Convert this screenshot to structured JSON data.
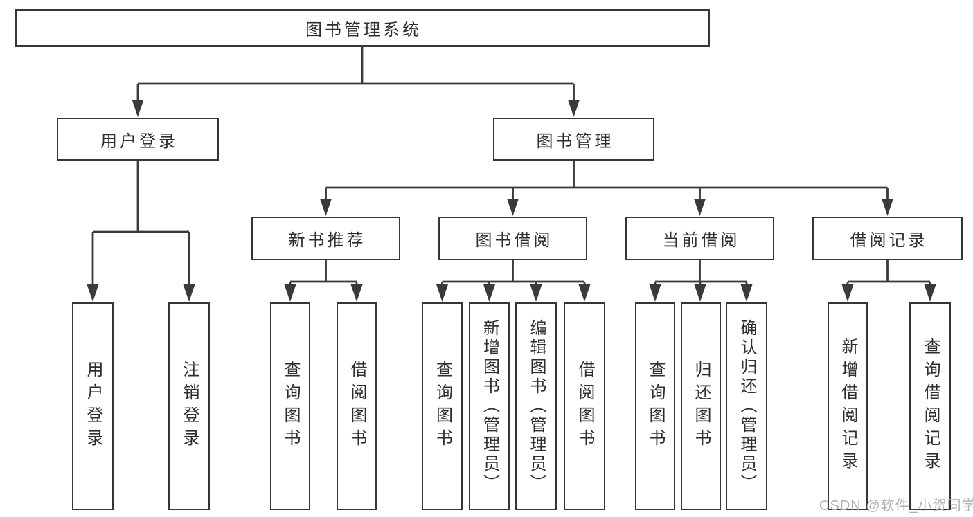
{
  "diagram": {
    "root": {
      "label": "图书管理系统"
    },
    "level2": [
      {
        "id": "user-login",
        "label": "用户登录"
      },
      {
        "id": "book-management",
        "label": "图书管理"
      }
    ],
    "level3": [
      {
        "id": "new-book-recommend",
        "label": "新书推荐",
        "parent": "图书管理"
      },
      {
        "id": "book-borrow",
        "label": "图书借阅",
        "parent": "图书管理"
      },
      {
        "id": "current-borrow",
        "label": "当前借阅",
        "parent": "图书管理"
      },
      {
        "id": "borrow-records",
        "label": "借阅记录",
        "parent": "图书管理"
      }
    ],
    "leaves": [
      {
        "label": "用户登录",
        "parent": "用户登录"
      },
      {
        "label": "注销登录",
        "parent": "用户登录"
      },
      {
        "label": "查询图书",
        "parent": "新书推荐"
      },
      {
        "label": "借阅图书",
        "parent": "新书推荐"
      },
      {
        "label": "查询图书",
        "parent": "图书借阅"
      },
      {
        "label": "新增图书（管理员）",
        "parent": "图书借阅"
      },
      {
        "label": "编辑图书（管理员）",
        "parent": "图书借阅"
      },
      {
        "label": "借阅图书",
        "parent": "图书借阅"
      },
      {
        "label": "查询图书",
        "parent": "当前借阅"
      },
      {
        "label": "归还图书",
        "parent": "当前借阅"
      },
      {
        "label": "确认归还（管理员）",
        "parent": "当前借阅"
      },
      {
        "label": "新增借阅记录",
        "parent": "借阅记录"
      },
      {
        "label": "查询借阅记录",
        "parent": "借阅记录"
      }
    ],
    "watermark": "CSDN @软件_小贺同学",
    "colors": {
      "line": "#3a3a3a",
      "box_border": "#363636",
      "text": "#2e2e2e",
      "background": "#ffffff",
      "watermark": "#b0b0b0"
    }
  }
}
